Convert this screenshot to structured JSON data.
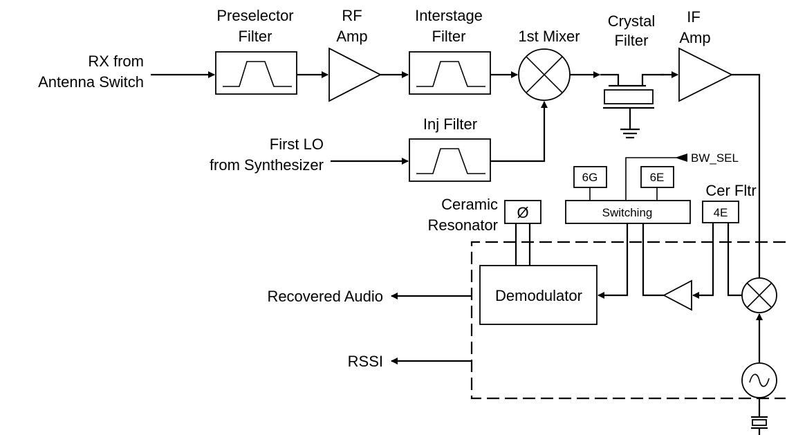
{
  "inputs": {
    "rx_line1": "RX from",
    "rx_line2": "Antenna Switch",
    "lo_line1": "First LO",
    "lo_line2": "from Synthesizer"
  },
  "blocks": {
    "preselector_line1": "Preselector",
    "preselector_line2": "Filter",
    "rf_amp_line1": "RF",
    "rf_amp_line2": "Amp",
    "interstage_line1": "Interstage",
    "interstage_line2": "Filter",
    "mixer1": "1st Mixer",
    "crystal_line1": "Crystal",
    "crystal_line2": "Filter",
    "if_amp_line1": "IF",
    "if_amp_line2": "Amp",
    "inj_filter": "Inj Filter",
    "bw_sel": "BW_SEL",
    "pin_6g": "6G",
    "pin_6e": "6E",
    "pin_4e": "4E",
    "cer_fltr": "Cer Fltr",
    "switching": "Switching",
    "ceramic_line1": "Ceramic",
    "ceramic_line2": "Resonator",
    "resonator_symbol": "Ø",
    "demodulator": "Demodulator"
  },
  "outputs": {
    "recovered_audio": "Recovered Audio",
    "rssi": "RSSI"
  }
}
